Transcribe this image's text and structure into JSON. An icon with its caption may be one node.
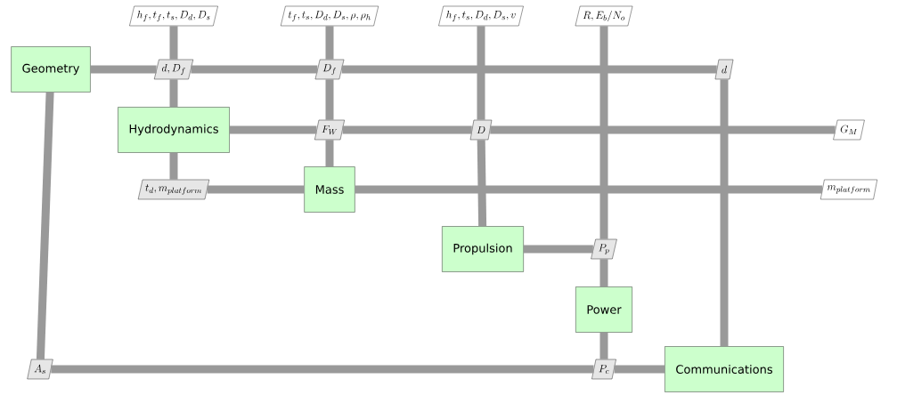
{
  "diagram": {
    "nodes": [
      {
        "text": [
          "h_f, t_f, t_s, D_d, D_s"
        ]
      },
      {
        "text": [
          "t_f, t_s, D_d, D_s, \\rho, \\rho_h"
        ]
      },
      {
        "text": [
          "h_f, t_s, D_d, D_s, v"
        ]
      },
      {
        "text": [
          "R, E_b/N_o"
        ]
      },
      {
        "text": [
          "Geometry"
        ]
      },
      {
        "text": [
          "d, D_f"
        ]
      },
      {
        "text": [
          "D_f"
        ]
      },
      {
        "text": [
          "d"
        ]
      },
      {
        "text": [
          "Hydrodynamics"
        ]
      },
      {
        "text": [
          "F_W"
        ]
      },
      {
        "text": [
          "D"
        ]
      },
      {
        "text": [
          "G_M"
        ]
      },
      {
        "text": [
          "t_d, m_{platform}"
        ]
      },
      {
        "text": [
          "Mass"
        ]
      },
      {
        "text": [
          "m_{platform}"
        ]
      },
      {
        "text": [
          "Propulsion"
        ]
      },
      {
        "text": [
          "P_p"
        ]
      },
      {
        "text": [
          "Power"
        ]
      },
      {
        "text": [
          "A_s"
        ]
      },
      {
        "text": [
          "P_c"
        ]
      },
      {
        "text": [
          "Communications"
        ]
      }
    ],
    "edges": [
      {
        "from": 4,
        "to": 5,
        "arrow": "none"
      },
      {
        "from": 5,
        "to": 6,
        "arrow": "none"
      },
      {
        "from": 6,
        "to": 7,
        "arrow": "none"
      },
      {
        "from": 0,
        "to": 5,
        "arrow": "none"
      },
      {
        "from": 5,
        "to": 8,
        "arrow": "none"
      },
      {
        "from": 8,
        "to": 12,
        "arrow": "none"
      },
      {
        "from": 1,
        "to": 6,
        "arrow": "none"
      },
      {
        "from": 6,
        "to": 9,
        "arrow": "none"
      },
      {
        "from": 9,
        "to": 13,
        "arrow": "none"
      },
      {
        "from": 2,
        "to": 10,
        "arrow": "none"
      },
      {
        "from": 10,
        "to": 15,
        "arrow": "none"
      },
      {
        "from": 3,
        "to": 16,
        "arrow": "none"
      },
      {
        "from": 16,
        "to": 17,
        "arrow": "none"
      },
      {
        "from": 17,
        "to": 19,
        "arrow": "none"
      },
      {
        "from": 7,
        "to": 20,
        "arrow": "none"
      },
      {
        "from": 8,
        "to": 9,
        "arrow": "none"
      },
      {
        "from": 9,
        "to": 10,
        "arrow": "none"
      },
      {
        "from": 10,
        "to": 11,
        "arrow": "none"
      },
      {
        "from": 12,
        "to": 13,
        "arrow": "none"
      },
      {
        "from": 13,
        "to": 14,
        "arrow": "none"
      },
      {
        "from": 15,
        "to": 16,
        "arrow": "none"
      },
      {
        "from": 4,
        "to": 18,
        "arrow": "none"
      },
      {
        "from": 18,
        "to": 19,
        "arrow": "none"
      },
      {
        "from": 19,
        "to": 20,
        "arrow": "none"
      }
    ]
  }
}
